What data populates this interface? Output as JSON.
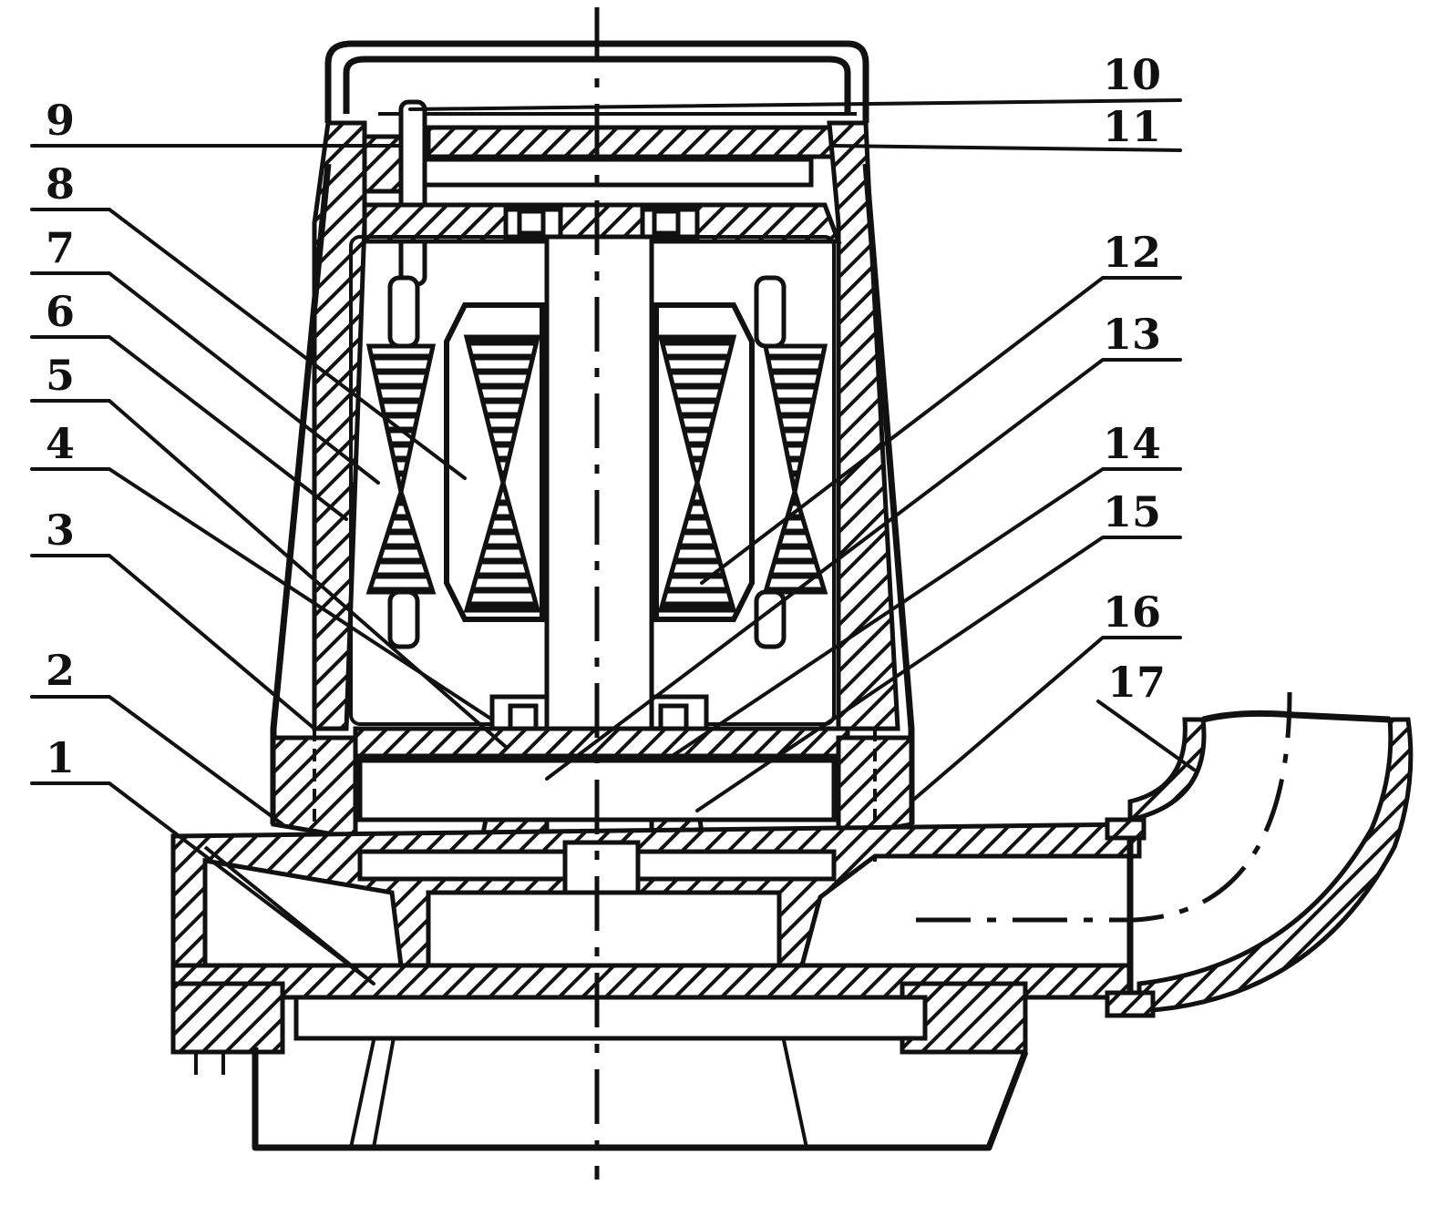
{
  "labels": [
    "1",
    "2",
    "3",
    "4",
    "5",
    "6",
    "7",
    "8",
    "9",
    "10",
    "11",
    "12",
    "13",
    "14",
    "15",
    "16",
    "17"
  ],
  "colors": {
    "ink": "#111111",
    "paper": "#ffffff"
  }
}
